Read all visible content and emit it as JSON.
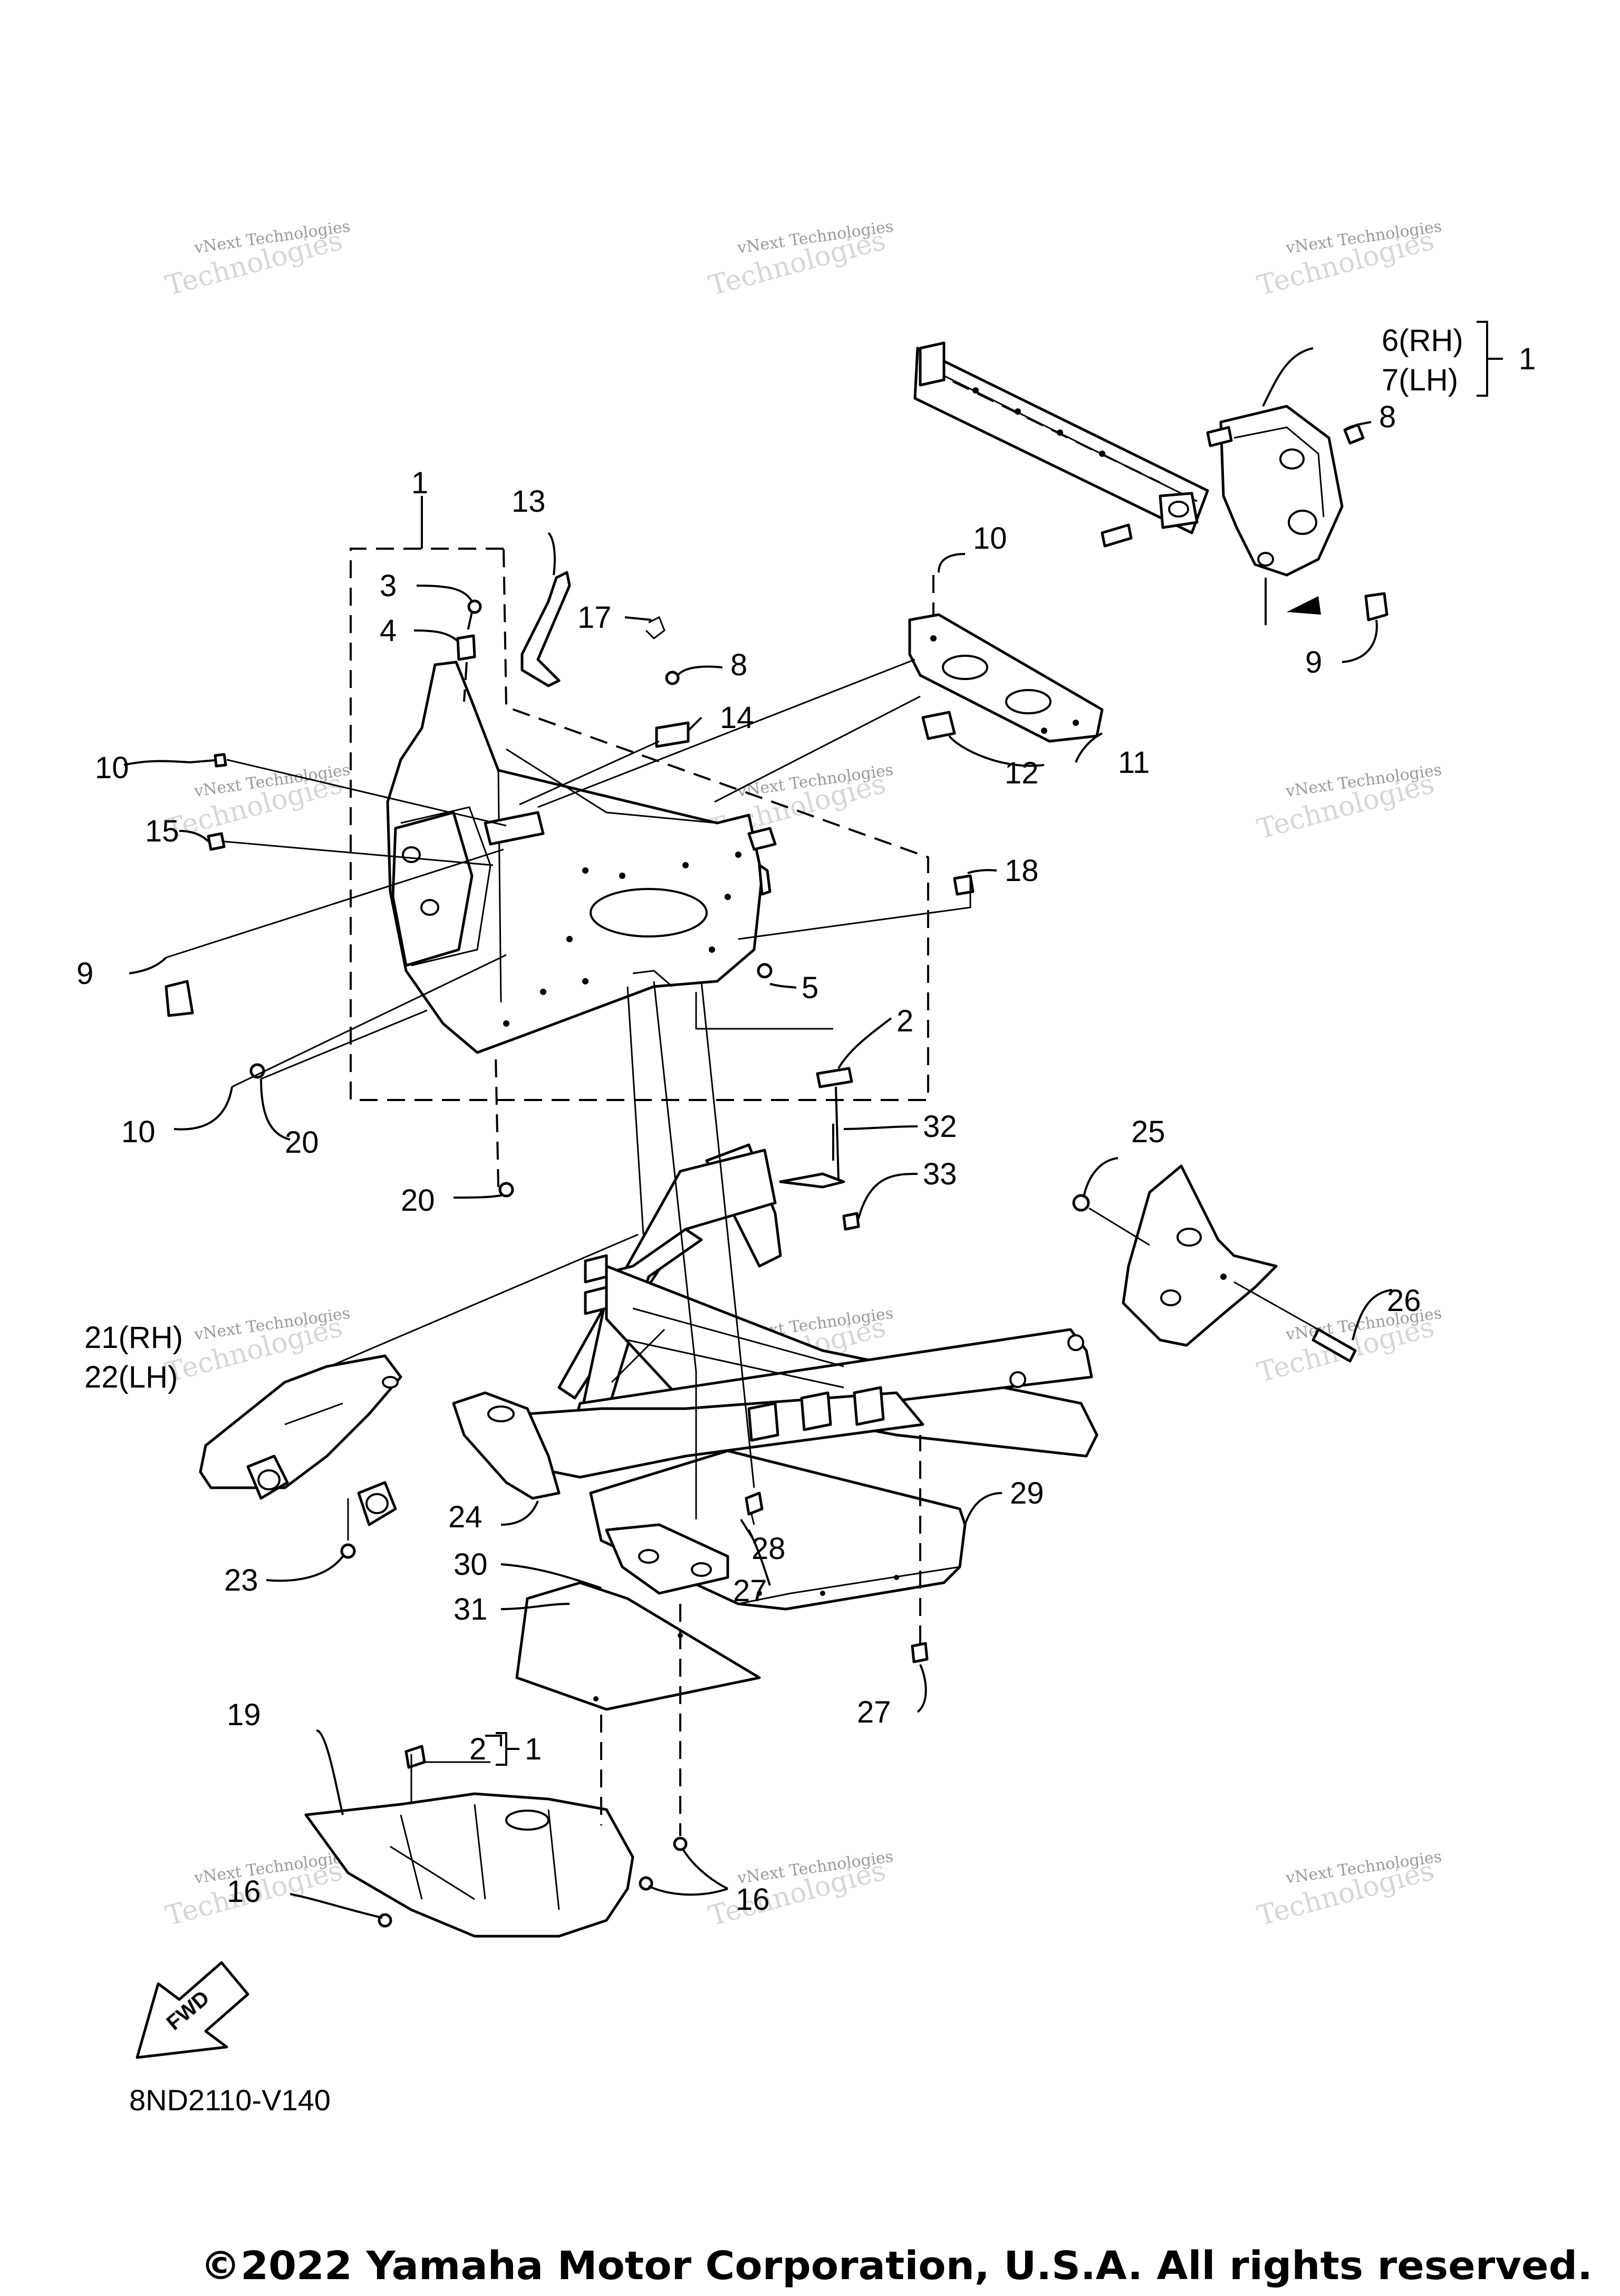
{
  "diagram": {
    "drawing_code": "8ND2110-V140",
    "copyright": "©2022 Yamaha Motor Corporation, U.S.A. All rights reserved.",
    "fwd_label": "FWD",
    "watermark_line1": "vNext Technologies",
    "watermark_line2": "Technologies",
    "callouts": {
      "c1a": "1",
      "c1b": "1",
      "c1c": "1",
      "c2a": "2",
      "c2b": "2",
      "c3": "3",
      "c4": "4",
      "c5": "5",
      "c6": "6(RH)",
      "c7": "7(LH)",
      "c8a": "8",
      "c8b": "8",
      "c9a": "9",
      "c9b": "9",
      "c10a": "10",
      "c10b": "10",
      "c10c": "10",
      "c11": "11",
      "c12": "12",
      "c13": "13",
      "c14": "14",
      "c15": "15",
      "c16a": "16",
      "c16b": "16",
      "c17": "17",
      "c18": "18",
      "c19": "19",
      "c20a": "20",
      "c20b": "20",
      "c21": "21(RH)",
      "c22": "22(LH)",
      "c23": "23",
      "c24": "24",
      "c25": "25",
      "c26": "26",
      "c27a": "27",
      "c27b": "27",
      "c28": "28",
      "c29": "29",
      "c30": "30",
      "c31": "31",
      "c32": "32",
      "c33": "33"
    }
  }
}
